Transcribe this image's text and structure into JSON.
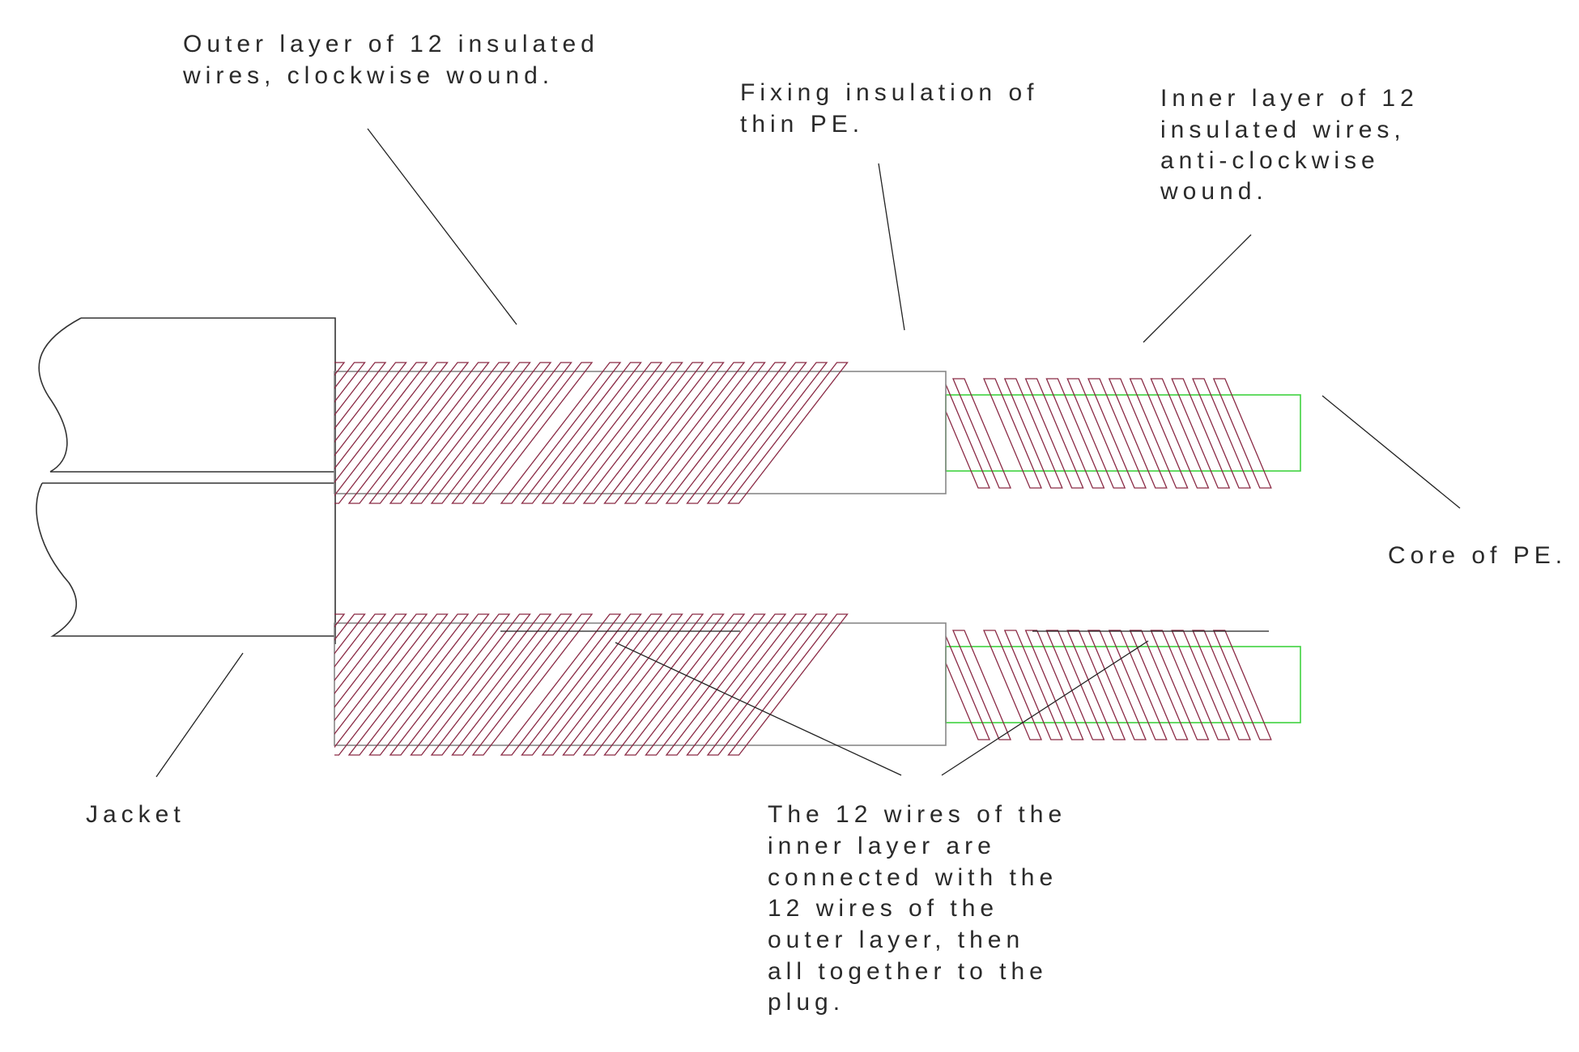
{
  "labels": {
    "outer_layer": [
      "Outer layer of 12 insulated",
      "wires, clockwise wound."
    ],
    "fixing_insulation": [
      "Fixing insulation of",
      "thin PE."
    ],
    "inner_layer": [
      "Inner layer of 12",
      "insulated wires,",
      "anti-clockwise",
      "wound."
    ],
    "core": "Core of PE.",
    "jacket": "Jacket",
    "connection_note": [
      "The 12 wires of the",
      "inner layer are",
      "connected with the",
      "12 wires of the",
      "outer layer, then",
      "all together to the",
      "plug."
    ]
  },
  "colors": {
    "wire": "#8a2a45",
    "core": "#3fd23f",
    "insulation": "#888888",
    "text": "#2a2a2a"
  }
}
